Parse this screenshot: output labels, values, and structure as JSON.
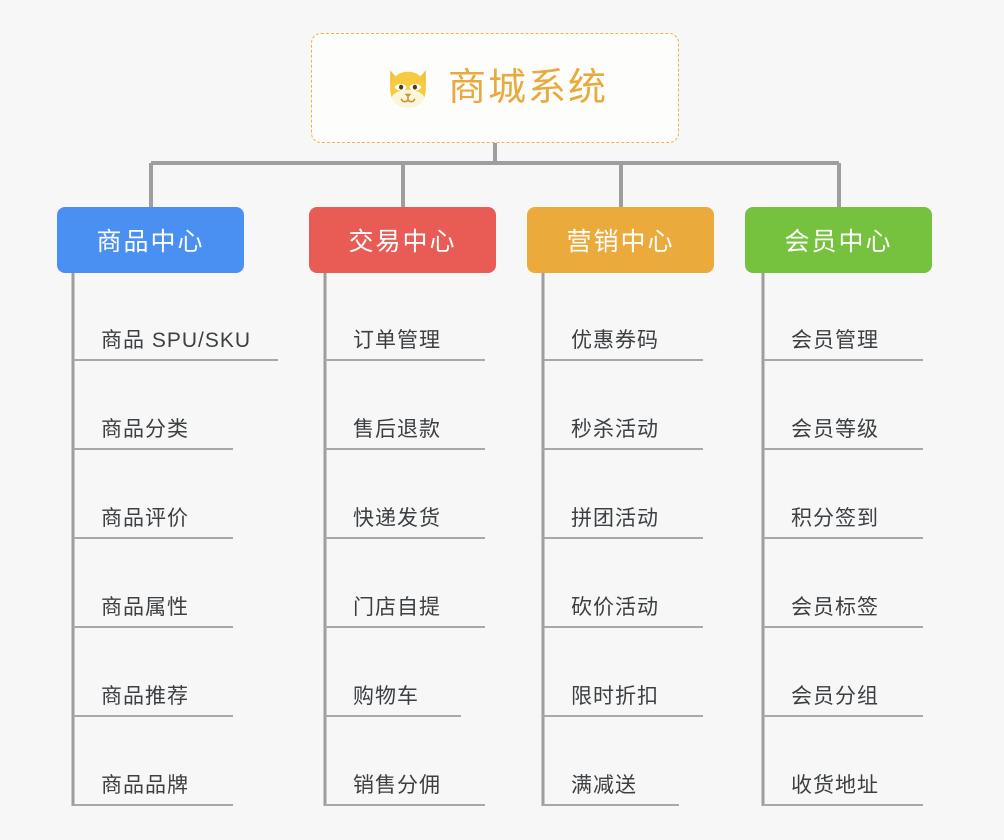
{
  "diagram": {
    "type": "mind-map",
    "background_color": "#f7f7f7",
    "root": {
      "title": "商城系统",
      "icon": "shiba-dog-face-icon",
      "text_color": "#e8a93e",
      "border_color": "#e9b44c",
      "background_color": "#fdfdfb"
    },
    "connector_color": "#9e9e9e",
    "branches": [
      {
        "id": "product-center",
        "label": "商品中心",
        "color": "#4a90f2",
        "items": [
          "商品 SPU/SKU",
          "商品分类",
          "商品评价",
          "商品属性",
          "商品推荐",
          "商品品牌"
        ]
      },
      {
        "id": "trade-center",
        "label": "交易中心",
        "color": "#e85c55",
        "items": [
          "订单管理",
          "售后退款",
          "快递发货",
          "门店自提",
          "购物车",
          "销售分佣"
        ]
      },
      {
        "id": "marketing-center",
        "label": "营销中心",
        "color": "#eaab3c",
        "items": [
          "优惠券码",
          "秒杀活动",
          "拼团活动",
          "砍价活动",
          "限时折扣",
          "满减送"
        ]
      },
      {
        "id": "member-center",
        "label": "会员中心",
        "color": "#76c13d",
        "items": [
          "会员管理",
          "会员等级",
          "积分签到",
          "会员标签",
          "会员分组",
          "收货地址"
        ]
      }
    ]
  }
}
